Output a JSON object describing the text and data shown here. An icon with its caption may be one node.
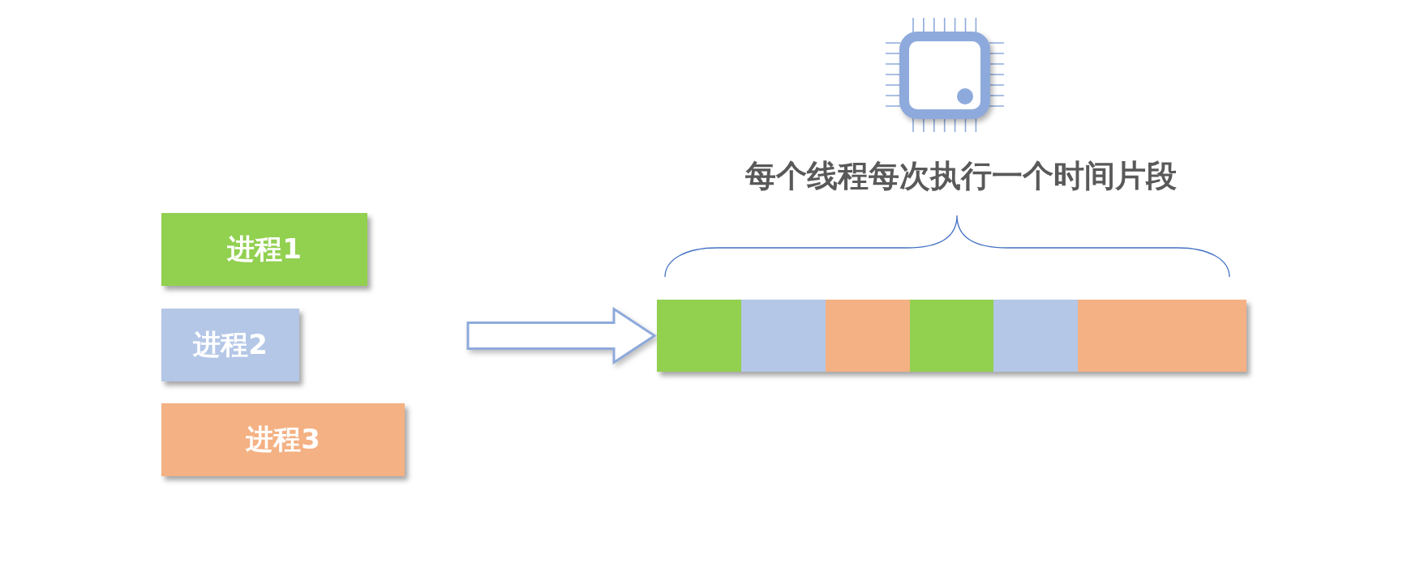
{
  "diagram": {
    "nodes": [
      {
        "text": [
          "进程1"
        ]
      },
      {
        "text": [
          "进程2"
        ]
      },
      {
        "text": [
          "进程3"
        ]
      },
      {
        "text": [],
        "shape": "bar"
      },
      {
        "text": [],
        "shape": "box",
        "in": 3
      },
      {
        "text": [],
        "shape": "box",
        "in": 3
      },
      {
        "text": [],
        "shape": "box",
        "in": 3
      },
      {
        "text": [],
        "shape": "box",
        "in": 3
      },
      {
        "text": [],
        "shape": "box",
        "in": 3
      },
      {
        "text": [],
        "shape": "box",
        "in": 3
      },
      {
        "text": [],
        "shape": "box",
        "in": 3
      }
    ],
    "edges": [
      {
        "from": null,
        "to": 3,
        "arrow": "to"
      }
    ],
    "labels": [
      "每个线程每次执行一个时间片段"
    ]
  }
}
